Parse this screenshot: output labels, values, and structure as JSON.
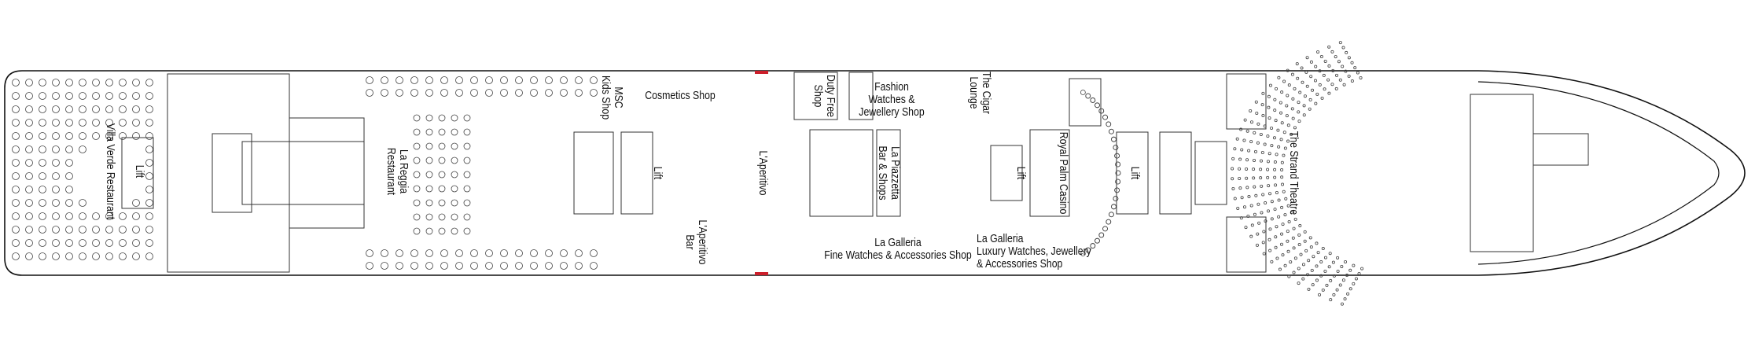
{
  "colors": {
    "outline": "#111111",
    "wall": "#333333",
    "marker": "#cc1f2b",
    "background": "#ffffff"
  },
  "venues": {
    "villa_verde": "Villa Verde Restaurant",
    "lift_1": "Lift",
    "la_reggia": [
      "La Reggia",
      "Restaurant"
    ],
    "msc_kids": [
      "MSC",
      "Kids Shop"
    ],
    "cosmetics": "Cosmetics Shop",
    "lift_2": "Lift",
    "aperitivo": "L'Aperitivo",
    "aperitivo_bar": [
      "L'Aperitivo",
      "Bar"
    ],
    "duty_free": [
      "Duty Free",
      "Shop"
    ],
    "fashion": [
      "Fashion",
      "Watches &",
      "Jewellery Shop"
    ],
    "cigar": [
      "The Cigar",
      "Lounge"
    ],
    "piazzetta": [
      "La Piazzetta",
      "Bar & Shops"
    ],
    "lift_3": "Lift",
    "galleria_fine": [
      "La Galleria",
      "Fine Watches & Accessories Shop"
    ],
    "casino": "Royal Palm Casino",
    "lift_4": "Lift",
    "galleria_luxury": [
      "La Galleria",
      "Luxury Watches, Jewellery",
      "& Accessories Shop"
    ],
    "theatre": "The Strand Theatre"
  }
}
